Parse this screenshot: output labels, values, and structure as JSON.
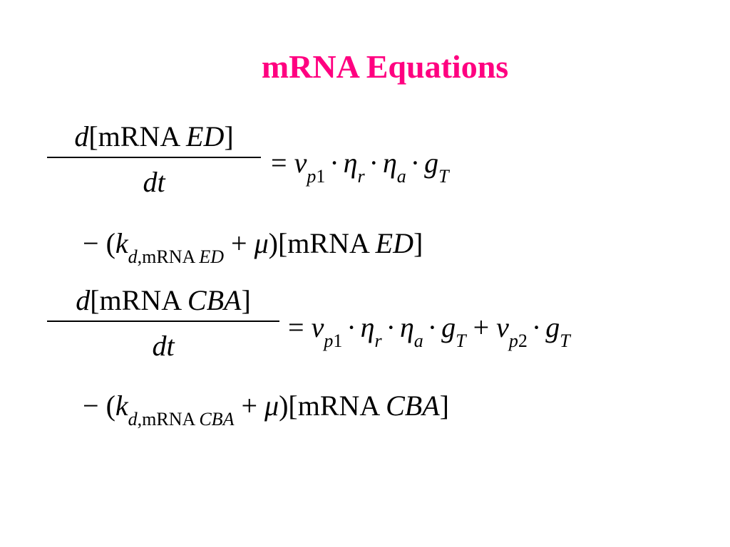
{
  "slide": {
    "title": "mRNA Equations",
    "title_color": "#ff0080"
  },
  "eq1": {
    "num_d": "d",
    "num_open": "[mRNA ",
    "num_species": "ED",
    "num_close": "]",
    "den": "dt",
    "equals": "=",
    "v": "v",
    "v_sub_p": "p",
    "v_sub_n": "1",
    "dot1": "·",
    "eta_r": "η",
    "eta_r_sub": "r",
    "dot2": "·",
    "eta_a": "η",
    "eta_a_sub": "a",
    "dot3": "·",
    "g": "g",
    "g_sub": "T",
    "minus": "−",
    "paren_open": "(",
    "k": "k",
    "k_sub_d": "d",
    "k_sub_text": ",mRNA ",
    "k_sub_species": "ED",
    "plus": "+",
    "mu": "μ",
    "paren_close": ")",
    "tail_open": "[mRNA ",
    "tail_species": "ED",
    "tail_close": "]"
  },
  "eq2": {
    "num_d": "d",
    "num_open": "[mRNA ",
    "num_species": "CBA",
    "num_close": "]",
    "den": "dt",
    "equals": "=",
    "v": "v",
    "v_sub_p": "p",
    "v_sub_n": "1",
    "dot1": "·",
    "eta_r": "η",
    "eta_r_sub": "r",
    "dot2": "·",
    "eta_a": "η",
    "eta_a_sub": "a",
    "dot3": "·",
    "g": "g",
    "g_sub": "T",
    "plus_mid": "+",
    "v2": "v",
    "v2_sub_p": "p",
    "v2_sub_n": "2",
    "dot4": "·",
    "g2": "g",
    "g2_sub": "T",
    "minus": "−",
    "paren_open": "(",
    "k": "k",
    "k_sub_d": "d",
    "k_sub_text": ",mRNA ",
    "k_sub_species": "CBA",
    "plus": "+",
    "mu": "μ",
    "paren_close": ")",
    "tail_open": "[mRNA ",
    "tail_species": "CBA",
    "tail_close": "]"
  }
}
